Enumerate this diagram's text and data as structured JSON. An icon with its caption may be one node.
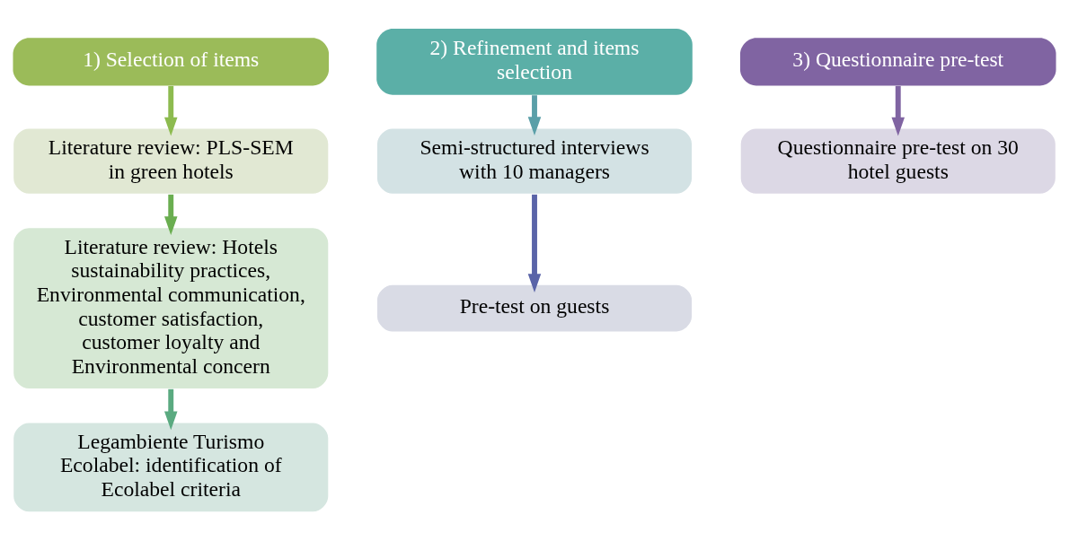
{
  "diagram": {
    "nodes": [
      {
        "text": [
          "1) Selection of items"
        ]
      },
      {
        "text": [
          "Literature review: PLS-SEM in green hotels"
        ]
      },
      {
        "text": [
          "Literature review: Hotels sustainability practices, Environmental communication, customer satisfaction, customer loyalty and Environmental concern"
        ]
      },
      {
        "text": [
          "Legambiente Turismo Ecolabel: identification of Ecolabel criteria"
        ]
      },
      {
        "text": [
          "2) Refinement and items selection"
        ]
      },
      {
        "text": [
          "Semi-structured interviews with 10 managers"
        ]
      },
      {
        "text": [
          "Pre-test on guests"
        ]
      },
      {
        "text": [
          "3) Questionnaire pre-test"
        ]
      },
      {
        "text": [
          "Questionnaire pre-test on 30 hotel guests"
        ]
      }
    ],
    "edges": [
      {
        "from": 0,
        "to": 1,
        "arrow": "to",
        "color": "#8dbb4f"
      },
      {
        "from": 1,
        "to": 2,
        "arrow": "to",
        "color": "#6aae50"
      },
      {
        "from": 2,
        "to": 3,
        "arrow": "to",
        "color": "#5aaa80"
      },
      {
        "from": 4,
        "to": 5,
        "arrow": "to",
        "color": "#5a9fa8"
      },
      {
        "from": 5,
        "to": 6,
        "arrow": "to",
        "color": "#5a64a8"
      },
      {
        "from": 7,
        "to": 8,
        "arrow": "to",
        "color": "#8064a2"
      }
    ]
  }
}
